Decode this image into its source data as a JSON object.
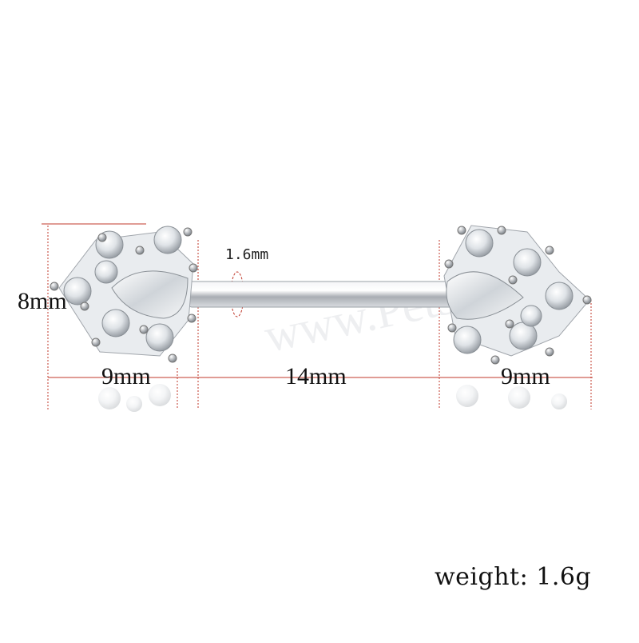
{
  "dimensions": {
    "height_label": "8mm",
    "left_width_label": "9mm",
    "bar_length_label": "14mm",
    "right_width_label": "9mm",
    "gauge_label": "1.6mm"
  },
  "weight": {
    "label": "weight: 1.6g"
  },
  "colors": {
    "dimension_line": "#c0392b",
    "metal": "#b8bcc2",
    "crystal": "#e8ecef"
  },
  "product": "barbell-with-crystal-flower-ends"
}
